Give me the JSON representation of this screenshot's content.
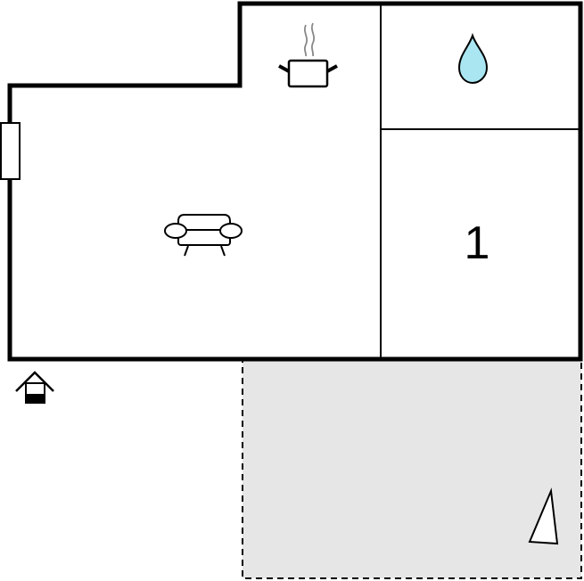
{
  "floor_plan": {
    "rooms": [
      {
        "id": "living-room",
        "icon": "sofa-icon"
      },
      {
        "id": "kitchen",
        "icon": "cooking-pot-icon"
      },
      {
        "id": "bathroom",
        "icon": "water-drop-icon"
      },
      {
        "id": "bedroom",
        "label": "1"
      }
    ],
    "terrace": {
      "icon": "sail-shade-icon"
    },
    "entrance": {
      "icon": "entrance-house-icon"
    },
    "window": {
      "icon": "window-icon"
    },
    "colors": {
      "wall": "#000000",
      "floor": "#ffffff",
      "terrace_fill": "#e6e6e6",
      "water_drop": "#a9e6f2",
      "steam": "#888888"
    }
  }
}
